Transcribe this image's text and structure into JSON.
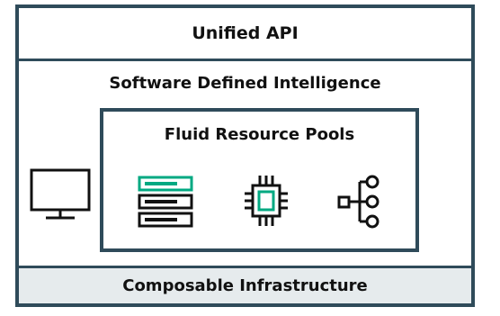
{
  "diagram": {
    "layers": {
      "top": "Unified API",
      "middle": "Software Defined Intelligence",
      "bottom": "Composable Infrastructure"
    },
    "pool": {
      "title": "Fluid Resource Pools",
      "icons": [
        "server-stack-icon",
        "processor-chip-icon",
        "network-tree-icon"
      ]
    },
    "side_icon": "monitor-icon",
    "colors": {
      "border": "#2f4b5a",
      "accent": "#01a982",
      "bottom_band": "#e6ebed"
    }
  }
}
